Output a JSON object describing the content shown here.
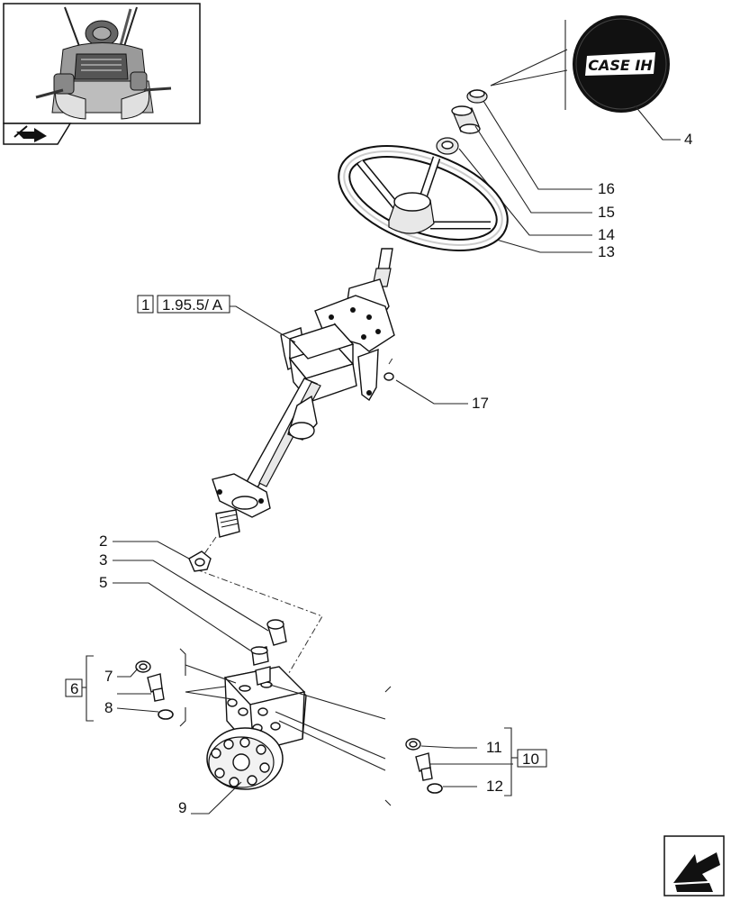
{
  "logo": {
    "text": "CASE IH"
  },
  "callouts": [
    {
      "id": "c4",
      "label": "4"
    },
    {
      "id": "c16",
      "label": "16"
    },
    {
      "id": "c15",
      "label": "15"
    },
    {
      "id": "c14",
      "label": "14"
    },
    {
      "id": "c13",
      "label": "13"
    },
    {
      "id": "c17",
      "label": "17"
    },
    {
      "id": "c2",
      "label": "2"
    },
    {
      "id": "c3",
      "label": "3"
    },
    {
      "id": "c5",
      "label": "5"
    },
    {
      "id": "c7",
      "label": "7"
    },
    {
      "id": "c8",
      "label": "8"
    },
    {
      "id": "c11",
      "label": "11"
    },
    {
      "id": "c12",
      "label": "12"
    },
    {
      "id": "c9",
      "label": "9"
    }
  ],
  "ref_boxes": {
    "group_ref_index": "1",
    "group_ref_code": "1.95.5/ A",
    "kit_left": "6",
    "kit_right": "10"
  },
  "icons": {
    "thumbnail": "tractor-cab-thumbnail",
    "nav_back": "back-arrow-icon",
    "nav_next": "next-page-arrow-icon"
  }
}
